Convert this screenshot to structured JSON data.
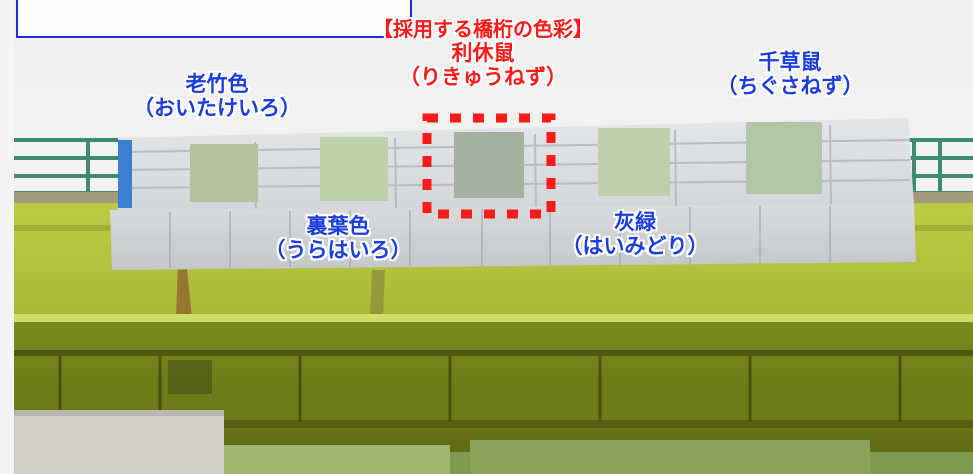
{
  "photo": {
    "alt": "bridge girder with color sample panels"
  },
  "heading": "【採用する橋桁の色彩】",
  "samples": {
    "oitakeiro": {
      "name": "老竹色",
      "reading": "（おいたけいろ）"
    },
    "rikyunezu": {
      "name": "利休鼠",
      "reading": "（りきゅうねず）"
    },
    "chigusanezu": {
      "name": "千草鼠",
      "reading": "（ちぐさねず）"
    },
    "urahairo": {
      "name": "裏葉色",
      "reading": "（うらはいろ）"
    },
    "haimidori": {
      "name": "灰緑",
      "reading": "（はいみどり）"
    }
  },
  "colors": {
    "label_blue": "#1a3de0",
    "label_red": "#ff1a1a",
    "girder_yellow_green": "#b7c93a",
    "swatch_oitakeiro": "#b4c0a0",
    "swatch_urahairo": "#bdd0a8",
    "swatch_rikyunezu": "#a3b3a0",
    "swatch_haimidori": "#bcd0ad",
    "swatch_chigusanezu": "#b1c7a6"
  }
}
